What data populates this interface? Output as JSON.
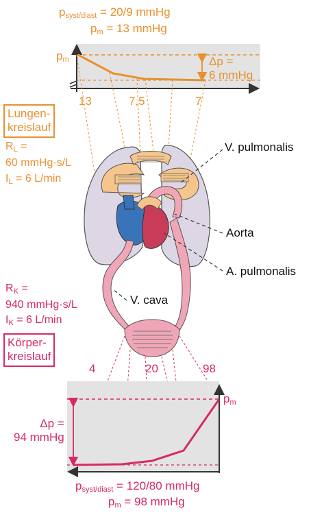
{
  "top": {
    "p_sys_prefix": "p",
    "p_sys_sub": "syst/diast",
    "p_sys_value": " = 20/9 mmHg",
    "pm_prefix": "p",
    "pm_sub": "m",
    "pm_value": " = 13 mmHg",
    "axis_pm_prefix": "p",
    "axis_pm_sub": "m",
    "delta_line1": "Δp =",
    "delta_line2": "6 mmHg",
    "ticks": [
      "13",
      "7,5",
      "7"
    ]
  },
  "lung": {
    "box_line1": "Lungen-",
    "box_line2": "kreislauf",
    "r_prefix": "R",
    "r_sub": "L",
    "r_eq": " =",
    "r_value": "60 mmHg·s/L",
    "i_prefix": "I",
    "i_sub": "L",
    "i_value": " = 6 L/min"
  },
  "body": {
    "box_line1": "Körper-",
    "box_line2": "kreislauf",
    "r_prefix": "R",
    "r_sub": "K",
    "r_eq": " =",
    "r_value": "940 mmHg·s/L",
    "i_prefix": "I",
    "i_sub": "K",
    "i_value": " = 6 L/min"
  },
  "labels": {
    "v_pulmonalis": "V. pulmonalis",
    "aorta": "Aorta",
    "a_pulmonalis": "A. pulmonalis",
    "v_cava": "V. cava"
  },
  "bottom": {
    "ticks": [
      "4",
      "20",
      "98"
    ],
    "axis_pm_prefix": "p",
    "axis_pm_sub": "m",
    "delta_line1": "Δp =",
    "delta_line2": "94 mmHg",
    "p_sys_prefix": "p",
    "p_sys_sub": "syst/diast",
    "p_sys_value": " = 120/80 mmHg",
    "pm_prefix": "p",
    "pm_sub": "m",
    "pm_value": " = 98 mmHg"
  },
  "colors": {
    "orange": "#e8902e",
    "pink": "#d6296a",
    "grey_panel": "#e3e3e3",
    "lung_fill": "#ddd6e4",
    "venous_blue": "#3a74b8",
    "vessel_pink": "#f1a6b7",
    "vessel_orange": "#f6c58c"
  }
}
